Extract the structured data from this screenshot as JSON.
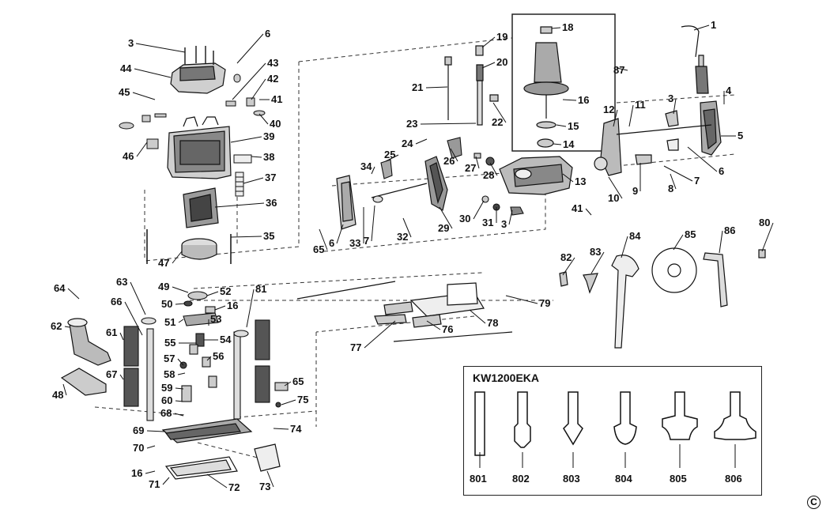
{
  "inset": {
    "title": "KW1200EKA"
  },
  "copyright_symbol": "C",
  "callouts": [
    "1",
    "3",
    "6",
    "44",
    "45",
    "43",
    "42",
    "41",
    "40",
    "46",
    "39",
    "38",
    "37",
    "36",
    "35",
    "47",
    "19",
    "18",
    "20",
    "21",
    "87",
    "16",
    "22",
    "23",
    "15",
    "14",
    "24",
    "25",
    "26",
    "27",
    "28",
    "13",
    "12",
    "11",
    "3",
    "4",
    "5",
    "6",
    "7",
    "8",
    "9",
    "10",
    "41",
    "34",
    "6",
    "33",
    "7",
    "32",
    "29",
    "30",
    "31",
    "3",
    "65",
    "64",
    "63",
    "66",
    "62",
    "61",
    "67",
    "48",
    "49",
    "50",
    "51",
    "52",
    "16",
    "53",
    "54",
    "55",
    "56",
    "57",
    "58",
    "59",
    "60",
    "68",
    "69",
    "70",
    "16",
    "71",
    "72",
    "73",
    "74",
    "75",
    "65",
    "81",
    "82",
    "83",
    "84",
    "85",
    "86",
    "80",
    "79",
    "78",
    "76",
    "77"
  ],
  "bits": [
    "801",
    "802",
    "803",
    "804",
    "805",
    "806"
  ],
  "colors": {
    "ink": "#111111",
    "part_fill": "#d9d9d9",
    "part_dark": "#555555"
  }
}
